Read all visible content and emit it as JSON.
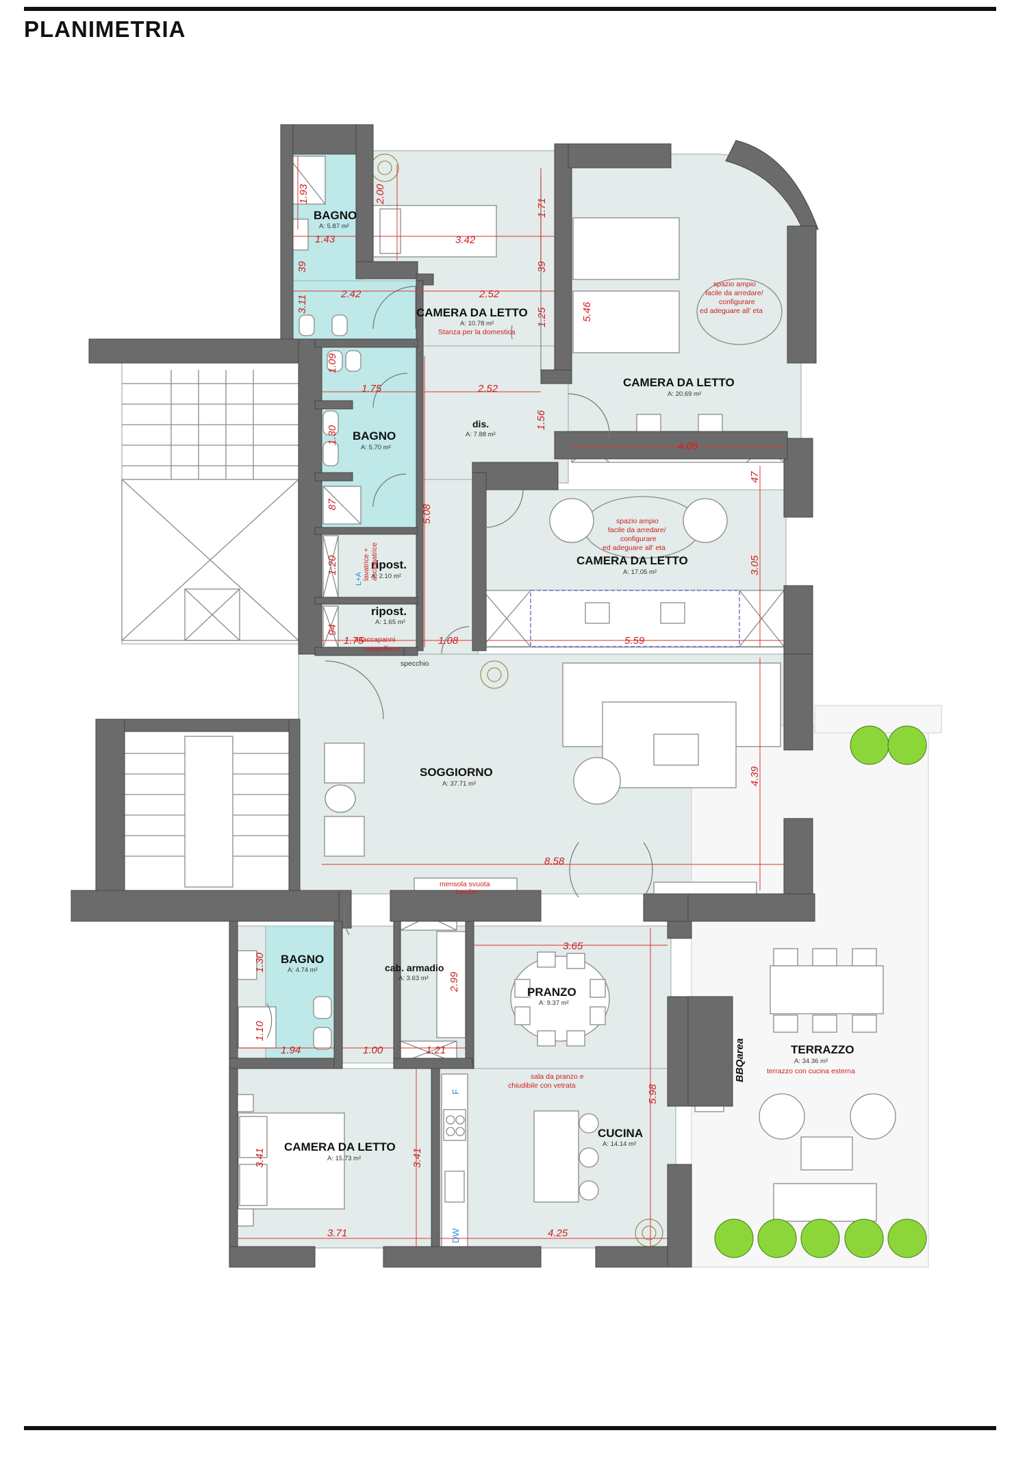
{
  "title": "PLANIMETRIA",
  "rooms": [
    {
      "name": "BAGNO",
      "area": "A: 5.87 m²"
    },
    {
      "name": "CAMERA DA LETTO",
      "area": "A: 10.78 m²",
      "note": "Stanza per la domestica"
    },
    {
      "name": "CAMERA DA LETTO",
      "area": "A: 20.69 m²"
    },
    {
      "name": "BAGNO",
      "area": "A: 5.70 m²"
    },
    {
      "name": "dis.",
      "area": "A: 7.88 m²"
    },
    {
      "name": "CAMERA DA LETTO",
      "area": "A: 17.05 m²"
    },
    {
      "name": "ripost.",
      "area": "A: 2.10 m²"
    },
    {
      "name": "ripost.",
      "area": "A: 1.65 m²"
    },
    {
      "name": "SOGGIORNO",
      "area": "A: 37.71 m²"
    },
    {
      "name": "BAGNO",
      "area": "A: 4.74 m²"
    },
    {
      "name": "cab. armadio",
      "area": "A: 3.63 m²"
    },
    {
      "name": "PRANZO",
      "area": "A: 9.37 m²"
    },
    {
      "name": "TERRAZZO",
      "area": "A: 34.36 m²",
      "note": "terrazzo con cucina esterna"
    },
    {
      "name": "CAMERA DA LETTO",
      "area": "A: 15.73 m²"
    },
    {
      "name": "CUCINA",
      "area": "A: 14.14 m²"
    }
  ],
  "notes": {
    "space_1": [
      "spazio ampio",
      "facile da arredare/",
      "configurare",
      "ed adeguare all' eta"
    ],
    "space_2": [
      "spazio ampio",
      "facile da arredare/",
      "configurare",
      "ed adeguare all' eta"
    ],
    "washer": [
      "lavatrice +",
      "asciugatrice"
    ],
    "washer_code": "L+A",
    "coat": [
      "attaccapanni",
      "cappelliera"
    ],
    "mirror": "specchio",
    "shelf": [
      "mensola svuota",
      "tasche"
    ],
    "dining": [
      "sala da pranzo e",
      "chiudibile con vetrata"
    ],
    "bbq": "BBQarea",
    "fridge": "F",
    "dishwasher": "DW"
  },
  "dimensions": {
    "d193": "1.93",
    "d143": "1.43",
    "d200": "2.00",
    "d342": "3.42",
    "d171": "1.71",
    "d039a": "39",
    "d039b": "39",
    "d242": "2.42",
    "d252a": "2.52",
    "d311": "3.11",
    "d125": "1.25",
    "d546": "5.46",
    "d109": "1.09",
    "d175a": "1.75",
    "d252b": "2.52",
    "d156": "1.56",
    "d405": "4.05",
    "d130a": "1.30",
    "d508": "5.08",
    "d087": "87",
    "d047": "47",
    "d305": "3.05",
    "d120": "1.20",
    "d094": "94",
    "d175b": "1.75",
    "d108": "1.08",
    "d559": "5.59",
    "d439": "4.39",
    "d858": "8.58",
    "d365": "3.65",
    "d130b": "1.30",
    "d110": "1.10",
    "d194": "1.94",
    "d100": "1.00",
    "d121": "1.21",
    "d299": "2.99",
    "d598": "5.98",
    "d341a": "3.41",
    "d341b": "3.41",
    "d371": "3.71",
    "d425": "4.25"
  }
}
